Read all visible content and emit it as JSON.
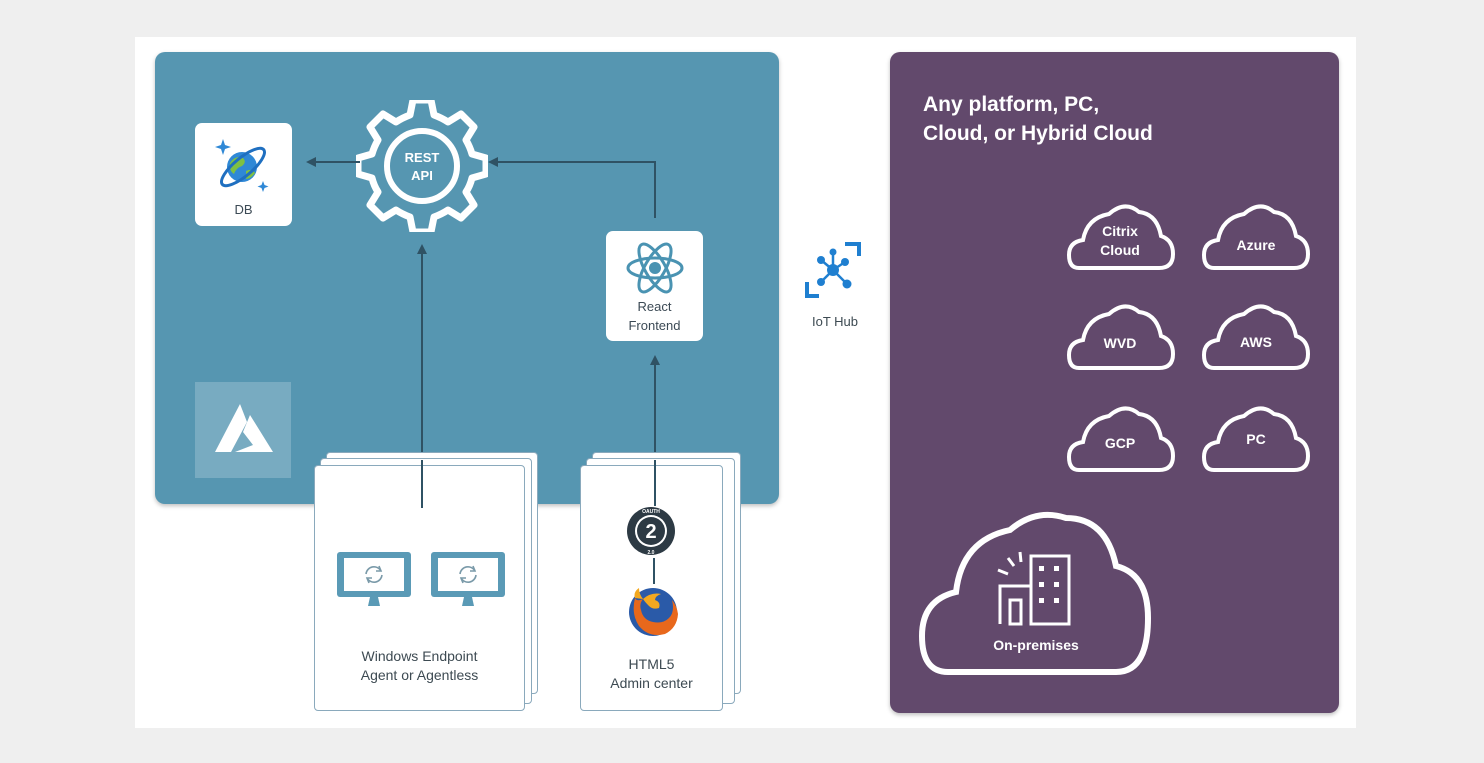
{
  "nodes": {
    "db": "DB",
    "rest_api": [
      "REST",
      "API"
    ],
    "react_frontend": [
      "React",
      "Frontend"
    ],
    "iot_hub": "IoT Hub",
    "windows_endpoint": [
      "Windows Endpoint",
      "Agent or Agentless"
    ],
    "admin_center": [
      "HTML5",
      "Admin center"
    ],
    "oauth_badge": "2",
    "oauth_ring_text": [
      "OAUTH",
      "2.0"
    ]
  },
  "platforms": {
    "title": [
      "Any platform, PC,",
      "Cloud, or Hybrid Cloud"
    ],
    "clouds": [
      [
        "Citrix",
        "Cloud"
      ],
      [
        "Azure"
      ],
      [
        "WVD"
      ],
      [
        "AWS"
      ],
      [
        "GCP"
      ],
      [
        "PC"
      ]
    ],
    "on_premises": "On-premises"
  },
  "colors": {
    "azure_panel": "#5696b1",
    "platform_panel": "#62496c",
    "arrow": "#2f5264",
    "monitor": "#5a9ab6"
  },
  "icons": [
    "cosmos-db-icon",
    "gear-icon",
    "react-icon",
    "iot-hub-icon",
    "azure-logo-icon",
    "monitor-sync-icon",
    "oauth-icon",
    "firefox-icon",
    "cloud-icon",
    "building-icon"
  ]
}
